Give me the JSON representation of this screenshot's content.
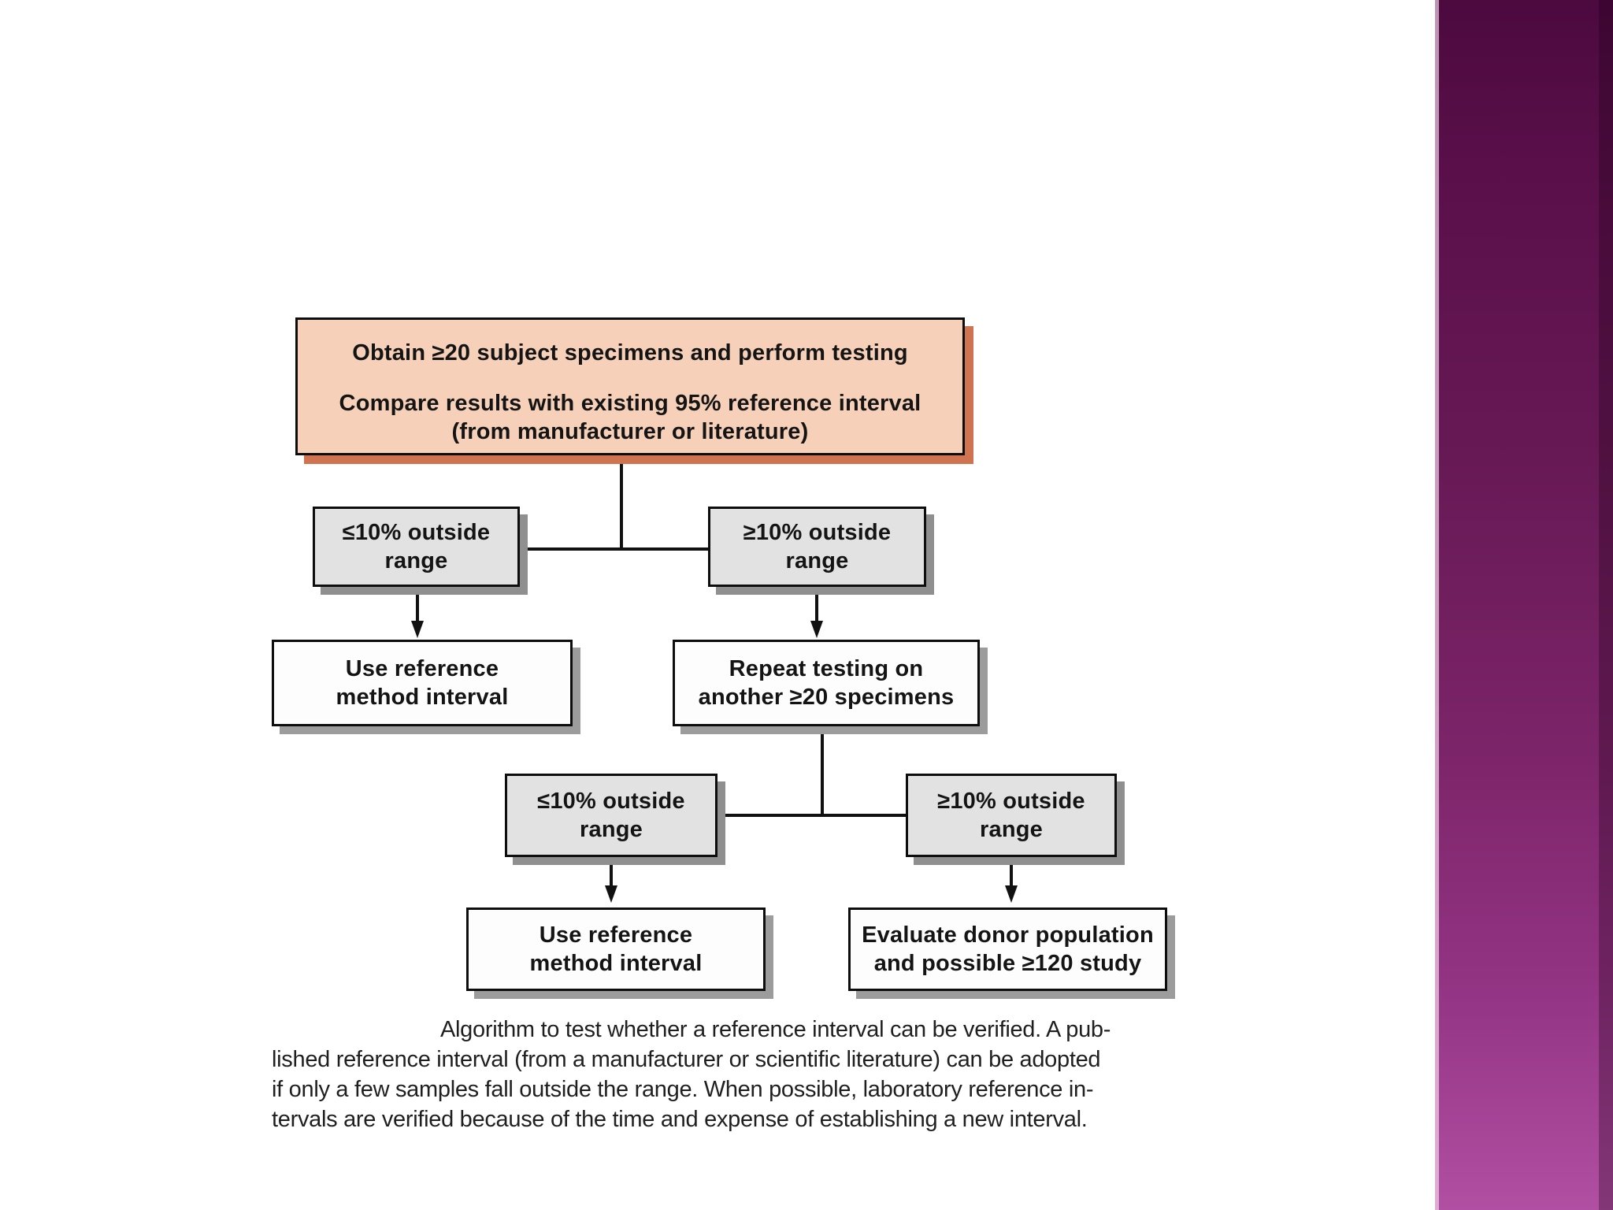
{
  "slide": {
    "background": "#ffffff",
    "band": {
      "top_color": "#4c0a3f",
      "bottom_color": "#b14fa2",
      "highlight_color": "#d4abc9"
    }
  },
  "colors": {
    "start_fill": "#f6d0b8",
    "start_shadow": "#cf7350",
    "branch_fill": "#e2e2e2",
    "branch_shadow": "#8f8f8f",
    "action_fill": "#fdfdfd",
    "action_shadow": "#9c9c9c",
    "border": "#0d0d0d"
  },
  "flowchart": {
    "start": {
      "line1": "Obtain ≥20 subject specimens and perform testing",
      "line2": "Compare results with existing 95% reference interval",
      "line3": "(from manufacturer or literature)"
    },
    "branch1_left": {
      "line1": "≤10% outside",
      "line2": "range"
    },
    "branch1_right": {
      "line1": "≥10% outside",
      "line2": "range"
    },
    "use_reference_1": {
      "line1": "Use reference",
      "line2": "method interval"
    },
    "repeat_testing": {
      "line1": "Repeat testing on",
      "line2": "another ≥20 specimens"
    },
    "branch2_left": {
      "line1": "≤10% outside",
      "line2": "range"
    },
    "branch2_right": {
      "line1": "≥10% outside",
      "line2": "range"
    },
    "use_reference_2": {
      "line1": "Use reference",
      "line2": "method interval"
    },
    "evaluate": {
      "line1": "Evaluate donor population",
      "line2": "and possible ≥120 study"
    }
  },
  "caption": {
    "line1": "Algorithm to test whether a reference interval can be verified. A pub-",
    "line2": "lished reference interval (from a manufacturer or scientific literature) can be adopted",
    "line3": "if only a few samples fall outside the range. When possible, laboratory reference in-",
    "line4": "tervals are verified because of the time and expense of establishing a new interval."
  }
}
